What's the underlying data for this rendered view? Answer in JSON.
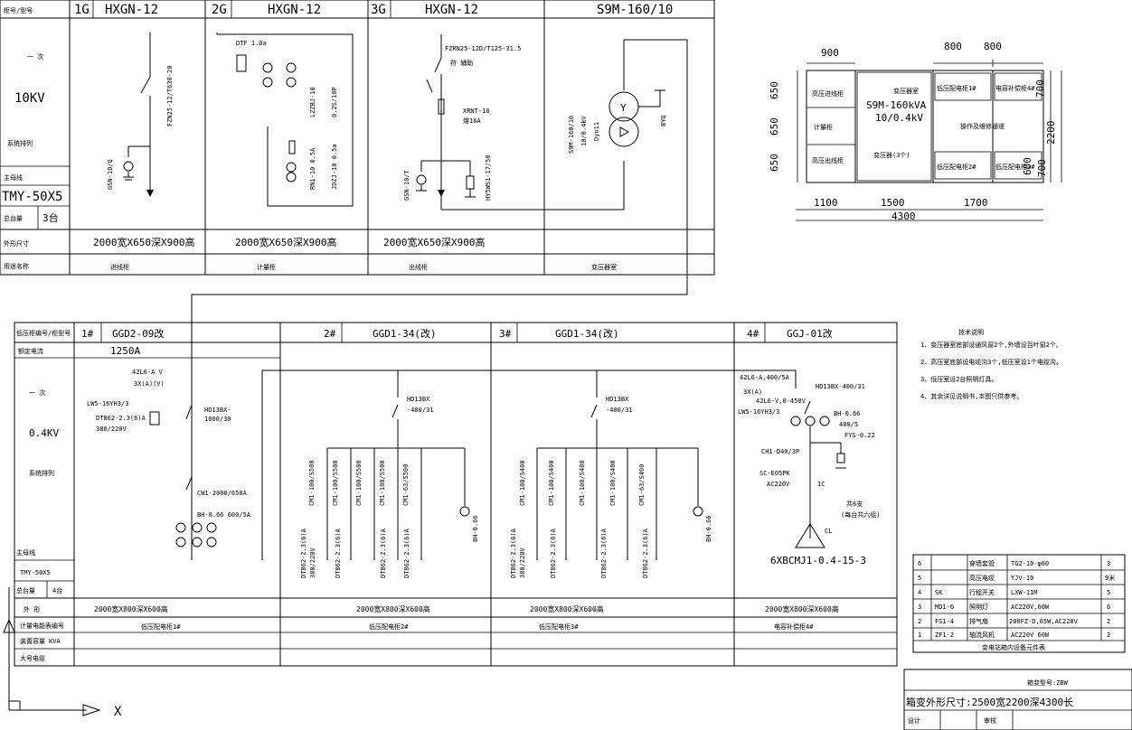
{
  "hv": {
    "row_labels": {
      "cabinet": "柜号/型号",
      "primary": "一 次",
      "voltage": "10KV",
      "system": "系统排列",
      "busbar": "主母线",
      "busbar_type": "TMY-50X5",
      "total": "总台量",
      "total_qty": "3台",
      "dims": "外形尺寸",
      "usage": "用途名称"
    },
    "cabinets": [
      {
        "no": "1G",
        "model": "HXGN-12",
        "dims": "2000宽X650深X900高",
        "usage": "进线柜"
      },
      {
        "no": "2G",
        "model": "HXGN-12",
        "dims": "2000宽X650深X900高",
        "usage": "计量柜"
      },
      {
        "no": "3G",
        "model": "HXGN-12",
        "dims": "2000宽X650深X900高",
        "usage": "出线柜"
      },
      {
        "no": "",
        "model": "S9M-160/10",
        "dims": "",
        "usage": "变压器室"
      }
    ],
    "c1": {
      "gsn": "GSN-10/Q",
      "fzn": "FZN25-12/T630-20"
    },
    "c2": {
      "dtf": "DTF 1.0a",
      "lzzbj": "LZZBJ-10",
      "lzzbj_ratio": "0.2S/10P",
      "rn1": "RN1-10 0.5A",
      "jdzj": "JDZJ-10 0.5a"
    },
    "c3": {
      "fzrn": "FZRN25-12D/T125-31.5",
      "fzrn_sub": "符 辅助",
      "xrnt": "XRNT-10",
      "xrnt_rating": "熔16A",
      "gsn": "GSN-10/T",
      "hy5ws": "HY5WS1-17/50"
    },
    "transformer": {
      "model": "S9M-160/10",
      "ratio": "10/0.4kV",
      "vector": "Dyn11",
      "byq": "BYQ"
    }
  },
  "plan": {
    "top_dims": [
      "900",
      "800",
      "800"
    ],
    "left_dims": [
      "650",
      "650",
      "650"
    ],
    "right_dims": [
      "700",
      "2200",
      "600",
      "700"
    ],
    "bottom_dims": [
      "1100",
      "1500",
      "1700"
    ],
    "total_width": "4300",
    "label_hv1": "高压进线柜",
    "label_hv2": "计量柜",
    "label_hv3": "高压出线柜",
    "tx_label": "变压器室",
    "tx_model": "S9M-160kVA",
    "tx_ratio": "10/0.4kV",
    "tx_sub": "变压器(3个)",
    "lv1": "低压配电柜1#",
    "lv2": "低压配电柜2#",
    "lv3": "低压配电柜3#",
    "lv4": "电容补偿柜4#",
    "center": "操作及维修通道"
  },
  "lv": {
    "row_labels": {
      "cabinet": "低压柜编号/柜型号",
      "rated": "额定电流",
      "rated_value": "1250A",
      "primary": "一 次",
      "voltage": "0.4KV",
      "system": "系统排列",
      "busbar": "主母线",
      "busbar_type": "TMY-50X5",
      "total": "总台量",
      "total_qty": "4台",
      "dims": "外 形",
      "meter": "计量电能表编号",
      "capacity": "装置容量",
      "capacity_unit": "KVA",
      "cable": "大号电缆"
    },
    "cabinets": [
      {
        "no": "1#",
        "model": "GGD2-09改",
        "dims": "2000宽X800深X600高",
        "usage": "低压配电柜1#"
      },
      {
        "no": "2#",
        "model": "GGD1-34(改)",
        "dims": "2000宽X800深X600高",
        "usage": "低压配电柜2#"
      },
      {
        "no": "3#",
        "model": "GGD1-34(改)",
        "dims": "2000宽X800深X600高",
        "usage": "低压配电柜3#"
      },
      {
        "no": "4#",
        "model": "GGJ-01改",
        "dims": "2000宽X800深X600高",
        "usage": "电容补偿柜4#"
      }
    ],
    "c1": {
      "meter": "42L6-A V",
      "meter_sub": "3X(A)(V)",
      "lw5": "LW5-16YH3/3",
      "dt862": "DT862-2.3(6)A",
      "dt862_v": "380/220V",
      "hd13bx": "HD13BX-",
      "hd13bx_r": "1000/30",
      "cw1": "CW1-2000/650A",
      "bh": "BH-0.66 600/5A"
    },
    "c2": {
      "hd13bx": "HD13BX",
      "hd13bx_r": "-400/31",
      "cm1": [
        "CM1-100/S500",
        "CM1-100/S500",
        "CM1-100/S500",
        "CM1-100/S500",
        "CM1-63/S500"
      ],
      "dt": [
        "DT862-2.3(6)A",
        "DT862-2.3(6)A",
        "DT862-2.3(6)A",
        "DT862-2.3(6)A"
      ],
      "v": "380/220V",
      "bh": "BH-0.66"
    },
    "c3": {
      "hd13bx": "HD13BX",
      "hd13bx_r": "-400/31",
      "cm1": [
        "CM1-100/S400",
        "CM1-100/S400",
        "CM1-100/S400",
        "CM1-100/S400",
        "CM1-63/S400"
      ],
      "dt": [
        "DT862-2.3(6)A",
        "DT862-2.3(6)A",
        "DT862-2.3(6)A",
        "DT862-2.3(6)A"
      ],
      "v": "380/220V",
      "bh": "BH-0.66"
    },
    "c4": {
      "a1": "42L6-A,400/5A",
      "a2": "3X(A)",
      "a3": "42L6-V,0-450V",
      "lw5": "LW5-16YH3/3",
      "hd13bx": "HD13BX-400/31",
      "bh": "BH-0.66",
      "bh_r": "400/5",
      "fys": "FYS-0.22",
      "ch1": "CH1-D40/3P",
      "sc": "SC-E05PK",
      "sc_v": "AC220V",
      "ic": "1C",
      "note": "共6支",
      "note2": "(每台共六组)",
      "cl": "CL",
      "cap": "6XBCMJ1-0.4-15-3"
    }
  },
  "notes": {
    "title": "技术说明",
    "items": [
      "1、变压器室底部设通风窗2个,外墙设百叶窗2个。",
      "2、高压室底部设电缆沟3个,低压室设1个电缆沟。",
      "3、低压室设2台照明灯具。",
      "4、其余详见说明书,本图只供参考。"
    ]
  },
  "bom": {
    "rows": [
      {
        "n": "6",
        "code": "",
        "name": "穿墙套管",
        "spec": "TG2-10-φ60",
        "qty": "3"
      },
      {
        "n": "5",
        "code": "",
        "name": "高压电缆",
        "spec": "YJV-10",
        "qty": "9米"
      },
      {
        "n": "4",
        "code": "SK",
        "name": "行程开关",
        "spec": "LXW-11M",
        "qty": "5"
      },
      {
        "n": "3",
        "code": "MD1-6",
        "name": "照明灯",
        "spec": "AC220V,60W",
        "qty": "6"
      },
      {
        "n": "2",
        "code": "FS1-4",
        "name": "排气扇",
        "spec": "200FZ-D,65W,AC220V",
        "qty": "2"
      },
      {
        "n": "1",
        "code": "ZF1-2",
        "name": "轴流风机",
        "spec": "AC220V 60W",
        "qty": "2"
      }
    ],
    "footer": "变电站箱内设备元件表"
  },
  "title_block": {
    "r1": "箱变型号:ZBW",
    "r2": "箱变外形尺寸:2500宽2200深4300长",
    "design": "设计",
    "check": "审核"
  },
  "axis": {
    "x": "X"
  }
}
